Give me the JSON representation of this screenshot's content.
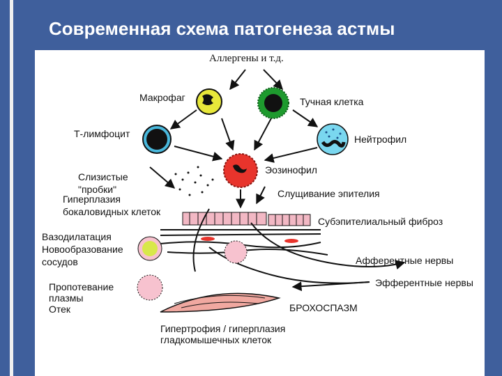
{
  "title": "Современная схема патогенеза астмы",
  "labels": {
    "allergens": "Аллергены и т.д.",
    "macrophage": "Макрофаг",
    "mast_cell": "Тучная клетка",
    "t_lymphocyte": "Т-лимфоцит",
    "neutrophil": "Нейтрофил",
    "eosinophil": "Эозинофил",
    "mucus_plugs_1": "Слизистые",
    "mucus_plugs_2": "\"пробки\"",
    "goblet_hyperplasia_1": "Гиперплазия",
    "goblet_hyperplasia_2": "бокаловидных клеток",
    "epithelial_shedding": "Слущивание эпителия",
    "subepithelial_fibrosis": "Субэпителиальный фиброз",
    "vasodilation": "Вазодилатация",
    "neovascularization_1": "Новообразование",
    "neovascularization_2": "сосудов",
    "afferent_nerves": "Афферентные нервы",
    "efferent_nerves": "Эфферентные нервы",
    "plasma_exudation_1": "Пропотевание",
    "plasma_exudation_2": "плазмы",
    "edema": "Отек",
    "bronchospasm": "БРОХОСПАЗМ",
    "smc_hypertrophy_1": "Гипертрофия / гиперплазия",
    "smc_hypertrophy_2": "гладкомышечных клеток"
  },
  "colors": {
    "background": "#3f5f9c",
    "panel": "#ffffff",
    "title": "#ffffff",
    "macrophage": "#e8e83a",
    "mast_cell": "#1e9a2e",
    "t_lymphocyte": "#49b8dc",
    "neutrophil": "#7ad7ef",
    "eosinophil": "#e8342c",
    "plasma_cell": "#f7c2cf",
    "epithelium": "#f2b8c4",
    "smooth_muscle": "#f0a8a0"
  }
}
